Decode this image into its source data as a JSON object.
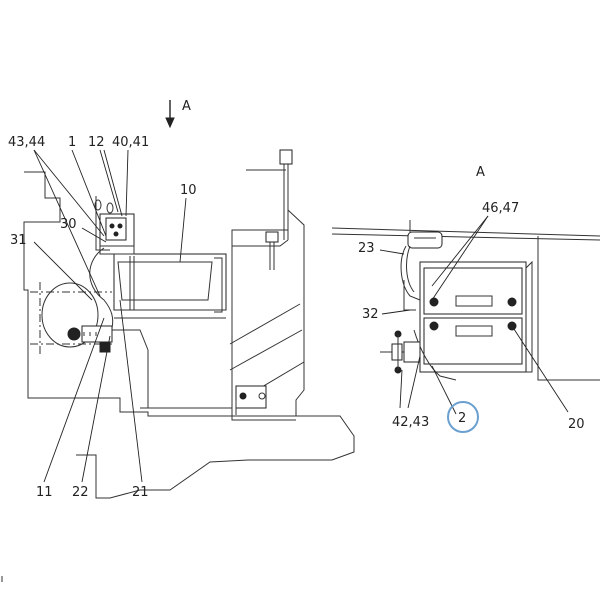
{
  "view_marker": {
    "arrow_label": "A",
    "view_title": "A"
  },
  "left_callouts": {
    "c_43_44": "43,44",
    "c_1": "1",
    "c_12": "12",
    "c_40_41": "40,41",
    "c_10": "10",
    "c_30": "30",
    "c_31": "31",
    "c_11": "11",
    "c_22": "22",
    "c_21": "21"
  },
  "right_callouts": {
    "c_46_47": "46,47",
    "c_23": "23",
    "c_32": "32",
    "c_42_43": "42,43",
    "c_2": "2",
    "c_20": "20"
  },
  "highlight_color": "#6a9fd0",
  "line_color": "#222222"
}
